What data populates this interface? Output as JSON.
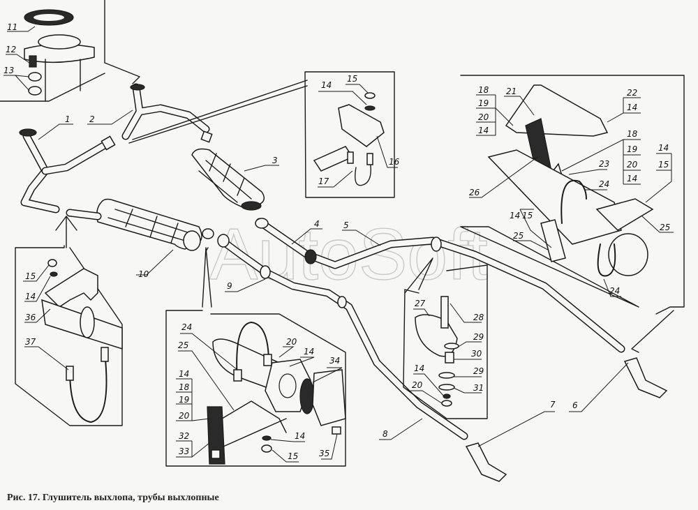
{
  "figure": {
    "caption": "Рис. 17. Глушитель выхлопа, трубы выхлопные",
    "watermark": "AutoSoft"
  },
  "callouts": {
    "main": [
      "1",
      "2",
      "3",
      "4",
      "5",
      "6",
      "7",
      "8",
      "9",
      "10"
    ],
    "inset_top_left": [
      "11",
      "12",
      "13"
    ],
    "inset_clamp_top": [
      "14",
      "15",
      "16",
      "17"
    ],
    "inset_right": {
      "group_a": [
        "18",
        "19",
        "20",
        "14"
      ],
      "l21": "21",
      "group_b": [
        "22",
        "14"
      ],
      "group_c": [
        "18",
        "19",
        "20",
        "14"
      ],
      "l23": "23",
      "l24a": "24",
      "group_d": [
        "14",
        "15"
      ],
      "l25a": "25",
      "l26": "26",
      "group_e": [
        "14",
        "15"
      ],
      "l25b": "25",
      "l24b": "24"
    },
    "inset_left": [
      "15",
      "14",
      "36",
      "37"
    ],
    "inset_bottom_mid": {
      "l24": "24",
      "l25": "25",
      "l20": "20",
      "l14a": "14",
      "l34": "34",
      "stack": [
        "14",
        "18",
        "19",
        "20"
      ],
      "stack2": [
        "32",
        "33"
      ],
      "l14b": "14",
      "l15": "15",
      "l35": "35"
    },
    "inset_mount": [
      "27",
      "28",
      "29",
      "30",
      "29",
      "31",
      "14",
      "20"
    ]
  },
  "colors": {
    "ink": "#1a1a1a",
    "paper": "#f7f7f5",
    "watermark": "#c9c9c9"
  }
}
